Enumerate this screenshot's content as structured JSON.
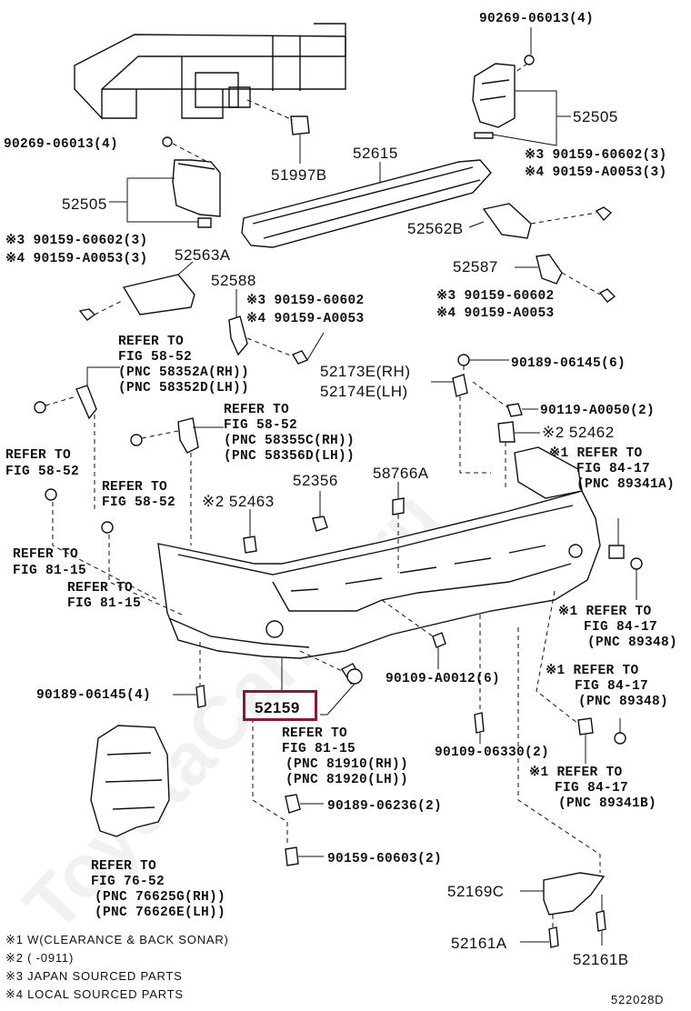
{
  "diagram_id": "522028D",
  "watermark": "ToyotaCarMir.ru",
  "highlighted_part": "52159",
  "labels": {
    "p90269_top": "90269-06013(4)",
    "p52505_r": "52505",
    "p90159_60602_3_r": "※3 90159-60602(3)",
    "p90159_A0053_3_r": "※4 90159-A0053(3)",
    "p90269_left": "90269-06013(4)",
    "p51997B": "51997B",
    "p52615": "52615",
    "p52505_l": "52505",
    "p52562B": "52562B",
    "p90159_60602_3_l": "※3 90159-60602(3)",
    "p90159_A0053_3_l": "※4 90159-A0053(3)",
    "p52563A": "52563A",
    "p52587": "52587",
    "p52588": "52588",
    "p90159_60602_m": "※3 90159-60602",
    "p90159_A0053_m": "※4 90159-A0053",
    "p90159_60602_r2": "※3 90159-60602",
    "p90159_A0053_r2": "※4 90159-A0053",
    "ref58_52_a1": "REFER TO",
    "ref58_52_a2": "FIG 58-52",
    "ref58_52_a3": "(PNC 58352A(RH))",
    "ref58_52_a4": "(PNC 58352D(LH))",
    "p90189_06145_6": "90189-06145(6)",
    "p52173E": "52173E(RH)",
    "p52174E": "52174E(LH)",
    "ref58_52_b1": "REFER TO",
    "ref58_52_b2": "FIG 58-52",
    "ref58_52_b3": "(PNC 58355C(RH))",
    "ref58_52_b4": "(PNC 58356D(LH))",
    "p90119_A0050": "90119-A0050(2)",
    "p52462": "※2 52462",
    "ref58_52_c1": "REFER TO",
    "ref58_52_c2": "FIG 58-52",
    "ref58_52_d1": "REFER TO",
    "ref58_52_d2": "FIG 58-52",
    "ref84_17_a1": "※1 REFER TO",
    "ref84_17_a2": "FIG 84-17",
    "ref84_17_a3": "(PNC 89341A)",
    "p52356": "52356",
    "p58766A": "58766A",
    "p52463": "※2 52463",
    "ref81_15_a1": "REFER TO",
    "ref81_15_a2": "FIG 81-15",
    "ref81_15_b1": "REFER TO",
    "ref81_15_b2": "FIG 81-15",
    "ref84_17_b1": "※1 REFER TO",
    "ref84_17_b2": "FIG 84-17",
    "ref84_17_b3": "(PNC 89348)",
    "p90109_A0012": "90109-A0012(6)",
    "ref84_17_c1": "※1 REFER TO",
    "ref84_17_c2": "FIG 84-17",
    "ref84_17_c3": "(PNC 89348)",
    "p90189_06145_4": "90189-06145(4)",
    "p52159": "52159",
    "ref81_15_c1": "REFER TO",
    "ref81_15_c2": "FIG 81-15",
    "ref81_15_c3": "(PNC 81910(RH))",
    "ref81_15_c4": "(PNC 81920(LH))",
    "p90109_06330": "90109-06330(2)",
    "ref84_17_d1": "※1 REFER TO",
    "ref84_17_d2": "FIG 84-17",
    "ref84_17_d3": "(PNC 89341B)",
    "p90189_06236": "90189-06236(2)",
    "p90159_60603": "90159-60603(2)",
    "ref76_52_1": "REFER TO",
    "ref76_52_2": "FIG 76-52",
    "ref76_52_3": "(PNC 76625G(RH))",
    "ref76_52_4": "(PNC 76626E(LH))",
    "p52169C": "52169C",
    "p52161A": "52161A",
    "p52161B": "52161B"
  },
  "notes": [
    "※1 W(CLEARANCE & BACK SONAR)",
    "※2 (      -0911)",
    "※3 JAPAN SOURCED PARTS",
    "※4 LOCAL SOURCED PARTS"
  ]
}
